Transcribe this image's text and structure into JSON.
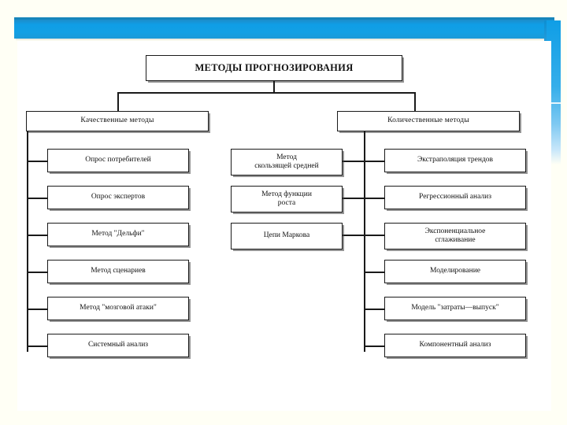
{
  "slide": {
    "background_color": "#fffff5",
    "accent_color": "#0f9ee6",
    "header_top_edge_color": "#1785bb",
    "panel_color": "#ffffff",
    "line_color": "#1a1a1a"
  },
  "diagram": {
    "type": "tree",
    "root": {
      "id": "root",
      "label": "МЕТОДЫ ПРОГНОЗИРОВАНИЯ"
    },
    "branches": [
      {
        "id": "qualitative",
        "label": "Качественные методы",
        "children": [
          {
            "id": "q1",
            "label": "Опрос потребителей"
          },
          {
            "id": "q2",
            "label": "Опрос экспертов"
          },
          {
            "id": "q3",
            "label": "Метод \"Дельфи\""
          },
          {
            "id": "q4",
            "label": "Метод сценариев"
          },
          {
            "id": "q5",
            "label": "Метод \"мозговой атаки\""
          },
          {
            "id": "q6",
            "label": "Системный анализ"
          }
        ]
      },
      {
        "id": "quantitative",
        "label": "Количественные методы",
        "children_left": [
          {
            "id": "m1",
            "label": "Метод\nскользящей средней"
          },
          {
            "id": "m2",
            "label": "Метод функции\nроста"
          },
          {
            "id": "m3",
            "label": "Цепи Маркова"
          }
        ],
        "children_right": [
          {
            "id": "r1",
            "label": "Экстраполяция трендов"
          },
          {
            "id": "r2",
            "label": "Регрессионный анализ"
          },
          {
            "id": "r3",
            "label": "Экспоненциальное\nсглаживание"
          },
          {
            "id": "r4",
            "label": "Моделирование"
          },
          {
            "id": "r5",
            "label": "Модель \"затраты—выпуск\""
          },
          {
            "id": "r6",
            "label": "Компонентный анализ"
          }
        ]
      }
    ]
  }
}
